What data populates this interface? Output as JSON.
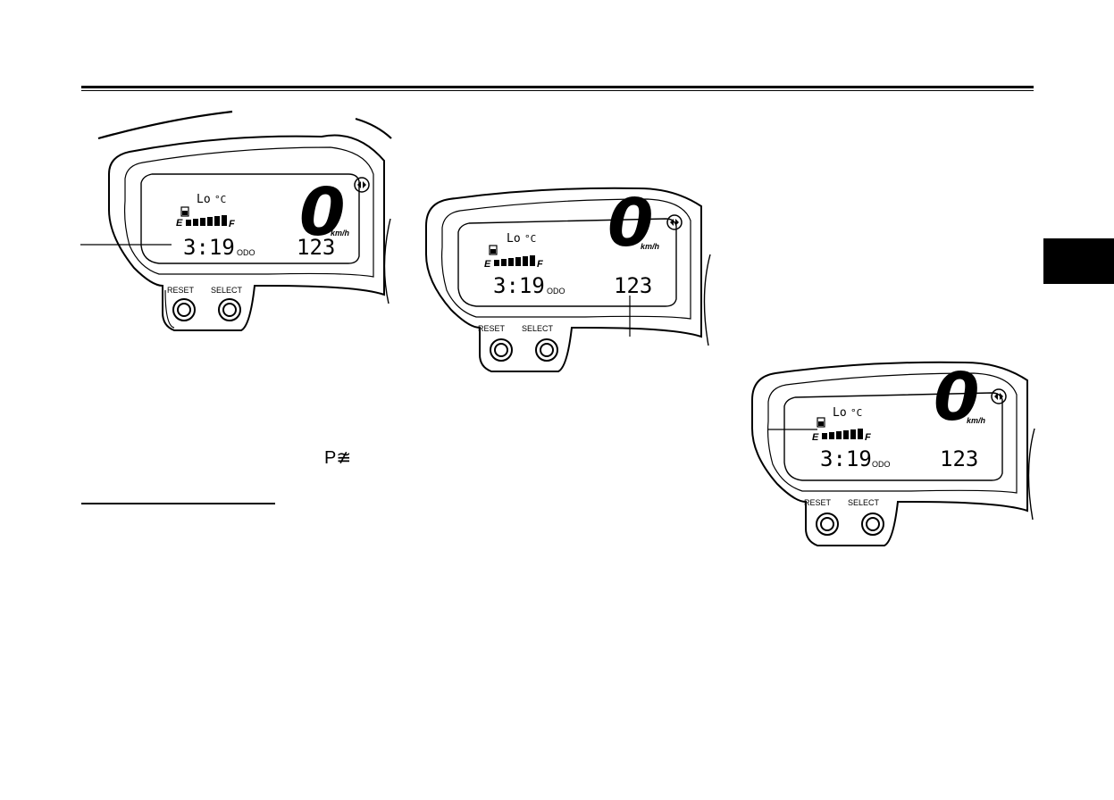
{
  "page": {
    "tab_color": "#000000",
    "p_symbol": "P≇"
  },
  "instrument_display": {
    "temperature": "Lo",
    "temperature_unit": "°C",
    "fuel_empty_label": "E",
    "fuel_full_label": "F",
    "fuel_level_segments": 6,
    "clock": "3:19",
    "odometer_label": "ODO",
    "odometer_value": "123",
    "speed": "0",
    "speed_unit": "km/h",
    "reset_label": "RESET",
    "select_label": "SELECT",
    "turn_indicator_icon": "turn-signal-indicator-icon",
    "fuel_pump_icon": "fuel-pump-icon"
  }
}
